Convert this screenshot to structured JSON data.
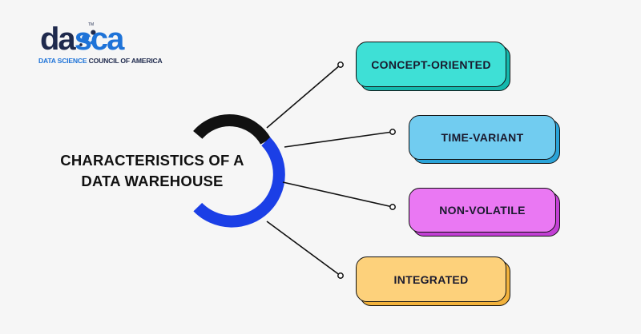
{
  "logo": {
    "brand_part1": "da",
    "brand_part2": "sca",
    "trademark": "TM",
    "tagline_part1": "DATA SCIENCE",
    "tagline_part2": " COUNCIL OF AMERICA"
  },
  "center": {
    "title_line1": "CHARACTERISTICS OF A",
    "title_line2": "DATA WAREHOUSE"
  },
  "characteristics": [
    {
      "label": "CONCEPT-ORIENTED",
      "color": "#3ee0d6",
      "shadow": "#14b8ad"
    },
    {
      "label": "TIME-VARIANT",
      "color": "#71ccf0",
      "shadow": "#2aa3d8"
    },
    {
      "label": "NON-VOLATILE",
      "color": "#ea78f3",
      "shadow": "#c23fd4"
    },
    {
      "label": "INTEGRATED",
      "color": "#fdd17b",
      "shadow": "#f2b23c"
    }
  ],
  "colors": {
    "ring_dark": "#111111",
    "ring_blue": "#1b3fe6",
    "connector": "#111111",
    "background": "#f6f6f6"
  }
}
